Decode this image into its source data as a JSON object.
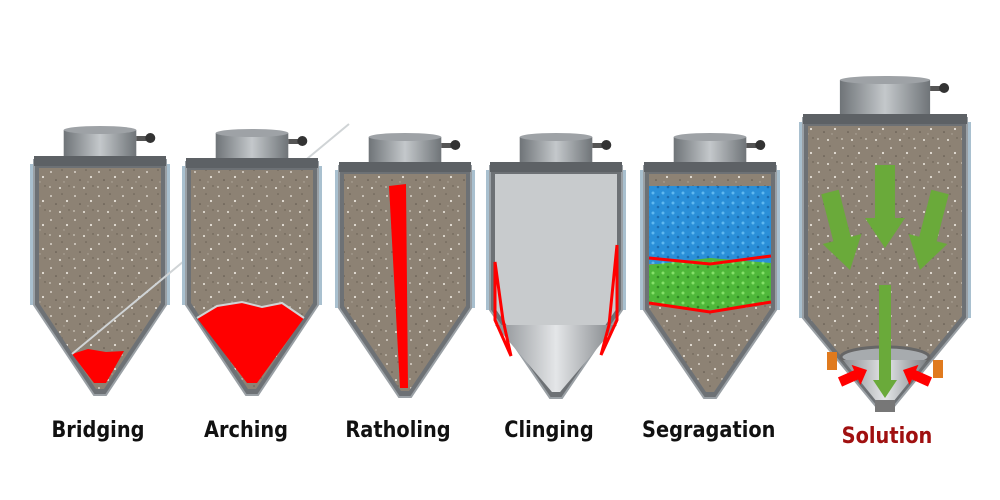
{
  "panels": [
    {
      "id": "bridging",
      "label": "Bridging",
      "label_color": "#111111"
    },
    {
      "id": "arching",
      "label": "Arching",
      "label_color": "#111111"
    },
    {
      "id": "ratholing",
      "label": "Ratholing",
      "label_color": "#111111"
    },
    {
      "id": "clinging",
      "label": "Clinging",
      "label_color": "#111111"
    },
    {
      "id": "segregation",
      "label": "Segragation",
      "label_color": "#111111"
    },
    {
      "id": "solution",
      "label": "Solution",
      "label_color": "#a01010"
    }
  ],
  "colors": {
    "problem": "#ff0000",
    "flow_arrow": "#6aaa3a",
    "material": "#8d8274",
    "steel": "#8e9296",
    "blue_material": "#2a8fd8",
    "green_material": "#4fb83a"
  }
}
